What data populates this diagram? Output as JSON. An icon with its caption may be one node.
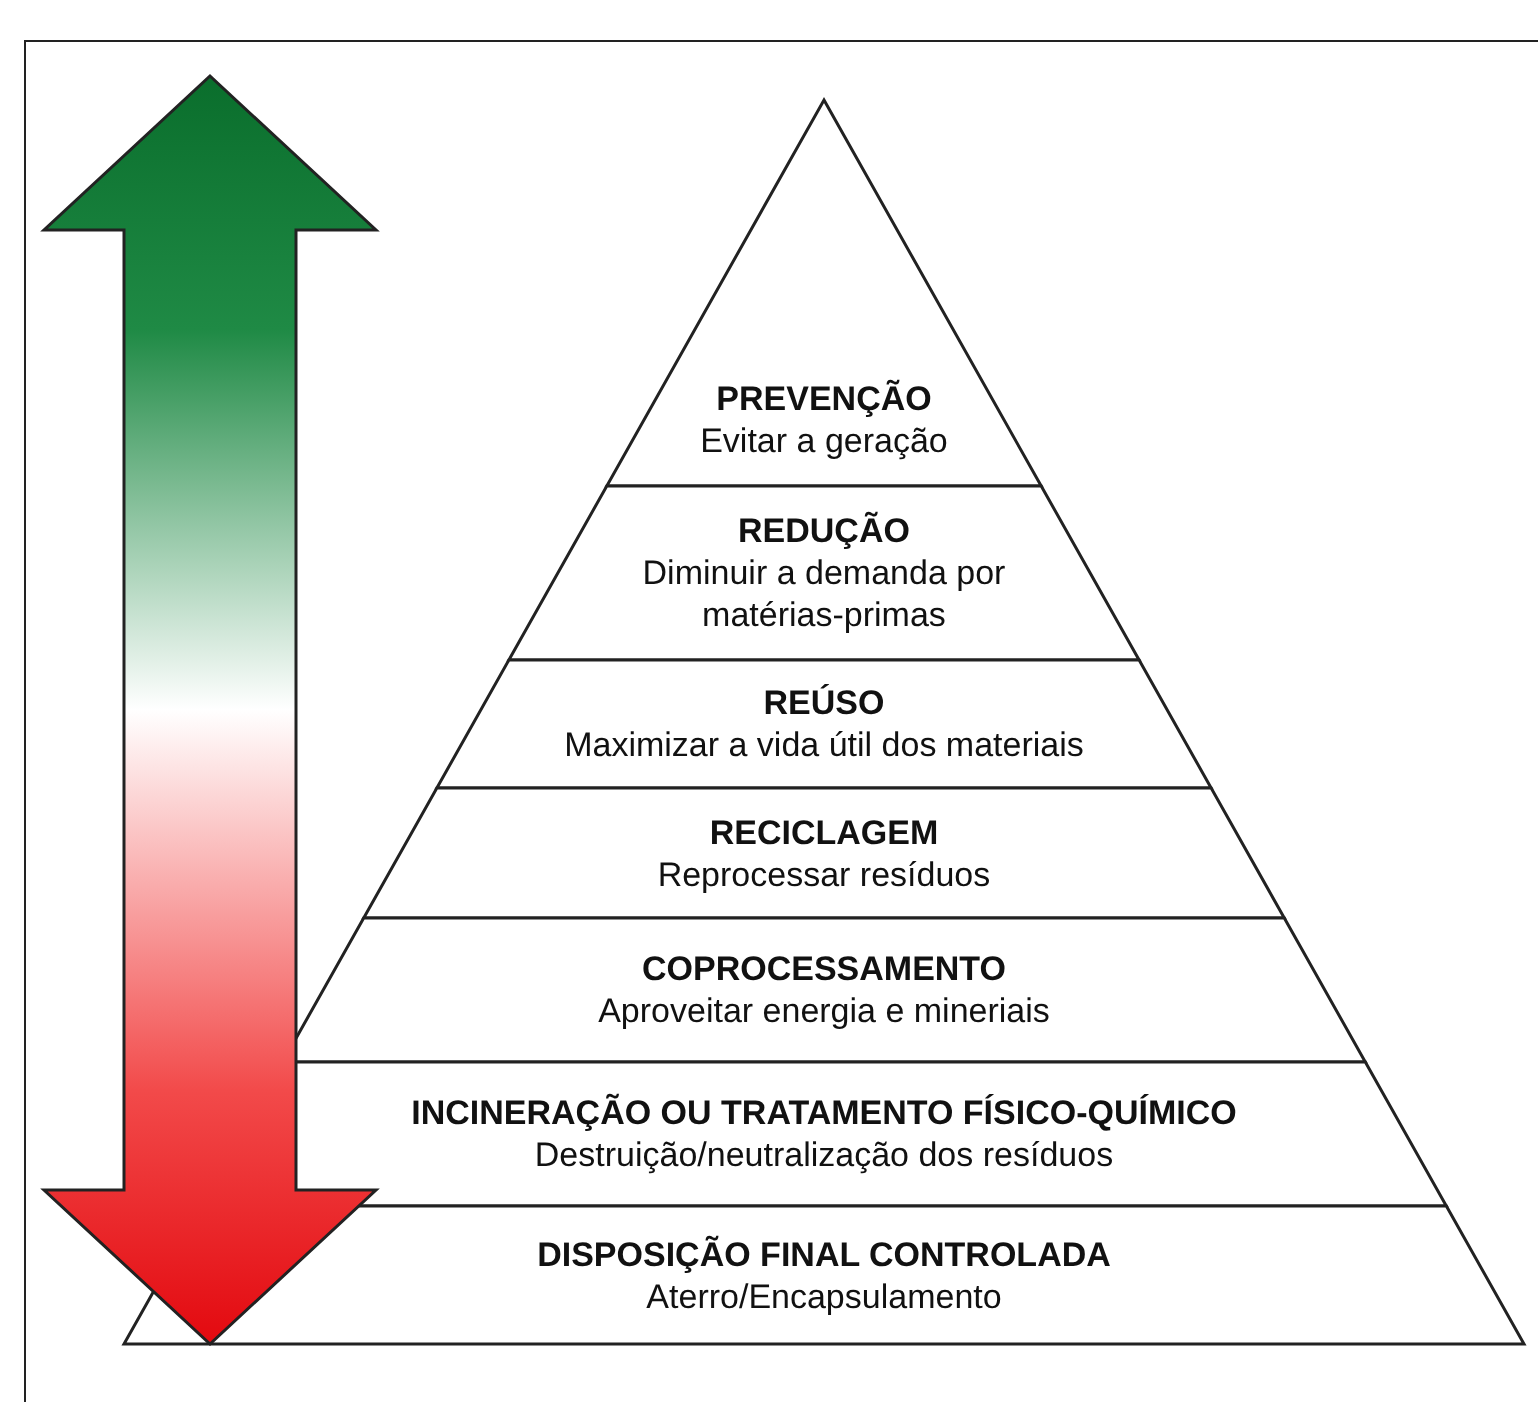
{
  "diagram": {
    "nodes": [
      {
        "text": [
          "PREVENÇÃO",
          "Evitar a geração"
        ]
      },
      {
        "text": [
          "REDUÇÃO",
          "Diminuir a demanda por matérias-primas"
        ]
      },
      {
        "text": [
          "REÚSO",
          "Maximizar a vida útil dos materiais"
        ]
      },
      {
        "text": [
          "RECICLAGEM",
          "Reprocessar resíduos"
        ]
      },
      {
        "text": [
          "COPROCESSAMENTO",
          "Aproveitar energia e mineriais"
        ]
      },
      {
        "text": [
          "INCINERAÇÃO OU TRATAMENTO FÍSICO-QUÍMICO",
          "Destruição/neutralização dos resíduos"
        ]
      },
      {
        "text": [
          "DISPOSIÇÃO FINAL CONTROLADA",
          "Aterro/Encapsulamento"
        ]
      }
    ]
  }
}
